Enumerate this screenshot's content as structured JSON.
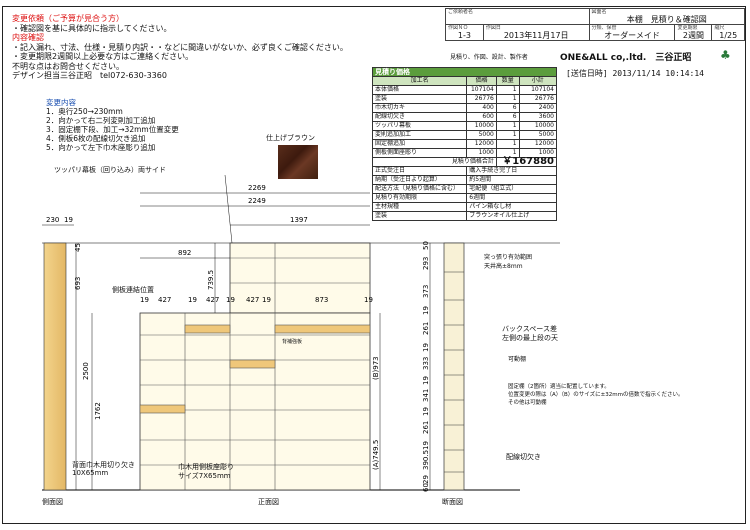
{
  "notes": {
    "request_title": "変更依頼（ご予算が見合う方）",
    "request_text": "・確認図を基に具体的に指示してください。",
    "content_title": "内容確認",
    "content_line1": "・記入漏れ、寸法、仕様・見積り内訳・・などに間違いがないか、必ず良くご確認ください。",
    "content_line2": "・変更期限2週間以上必要な方はご連絡ください。",
    "content_line3": "不明な点はお問合せください。",
    "designer": "デザイン担当三谷正昭　tel072-630-3360"
  },
  "changes": {
    "title": "変更内容",
    "items": [
      "1．奥行250→230mm",
      "2．向かって右二列変則加工追加",
      "3．固定棚下段、加工→32mm位置変更",
      "4．側板6枚の配線切欠き追加",
      "5．向かって左下巾木座彫り追加"
    ]
  },
  "title_block": {
    "customer_label": "ご依頼者名",
    "doc_name_label": "図面名",
    "doc_name": "本棚　見積り＆確認図",
    "work_no_label": "作図ＮＯ",
    "work_no": "1-3",
    "date_label": "作図日",
    "date": "2013年11月17日",
    "kind_label": "分類、保管",
    "kind": "オーダーメイド",
    "period_label": "変更期限",
    "period": "2週間",
    "scale_label": "縮尺",
    "scale": "1/25",
    "desc": "見積り、作図、設計、製作者",
    "company": "ONE&ALL co,.ltd.　三谷正昭",
    "sent": "[送信日時] 2013/11/14 10:14:14"
  },
  "estimate": {
    "header": "見積り価格",
    "columns": [
      "加工名",
      "価格",
      "数量",
      "小計"
    ],
    "rows": [
      [
        "本体価格",
        "107104",
        "1",
        "107104"
      ],
      [
        "塗装",
        "26776",
        "1",
        "26776"
      ],
      [
        "巾木切カキ",
        "400",
        "6",
        "2400"
      ],
      [
        "配線切欠き",
        "600",
        "6",
        "3600"
      ],
      [
        "ツッパリ幕板",
        "10000",
        "1",
        "10000"
      ],
      [
        "変則追加加工",
        "5000",
        "1",
        "5000"
      ],
      [
        "固定棚追加",
        "12000",
        "1",
        "12000"
      ],
      [
        "側板側面座彫り",
        "1000",
        "1",
        "1000"
      ]
    ],
    "total_label": "見積り価格合計",
    "total": "￥167880",
    "info": [
      [
        "正式受注日",
        "購入手続き完了日"
      ],
      [
        "納期（受注日より起算）",
        "約5週間"
      ],
      [
        "配送方法（見積り価格に含む）",
        "宅配便（組立式）"
      ],
      [
        "見積り有効期限",
        "6週間"
      ],
      [
        "主材規種",
        "パイン箱なし材"
      ],
      [
        "塗装",
        "ブラウンオイル仕上げ"
      ]
    ]
  },
  "finish_label": "仕上げブラウン",
  "labels": {
    "tsuppari": "ツッパリ幕板（回り込み）両サイド",
    "side_joint": "側板連結位置",
    "back_cut": "背面巾木用切り欠き",
    "back_cut_size": "10X65mm",
    "baseboard": "巾木用側板座彫り",
    "baseboard_size": "サイズ7X65mm",
    "reinforce": "背補強板",
    "side_view": "側面図",
    "front_view": "正面図",
    "section_view": "断面図",
    "tsuppari_range": "突っ張り有効範囲",
    "ceiling": "天井高±8mm",
    "backspace": "バックスペース差",
    "backspace2": "左側の最上段の天",
    "movable": "可動棚",
    "fixed_note1": "固定棚（2箇所）適当に配置しています。",
    "fixed_note2": "位置変更の際は（A）（B）のサイズに±32mmの倍数で指示ください。",
    "fixed_note3": "その他は可動棚",
    "wire_cut": "配線切欠き"
  },
  "dims": {
    "top": [
      "230",
      "19",
      "2269",
      "2249",
      "1397"
    ],
    "row": [
      "892",
      "739.5"
    ],
    "cols": [
      "19",
      "427",
      "19",
      "427",
      "19",
      "427",
      "19",
      "873",
      "19"
    ],
    "side": [
      "45",
      "693",
      "2500",
      "1762"
    ],
    "a": "(A)749.5",
    "b": "(B)973",
    "sec": [
      "50",
      "293",
      "373",
      "19",
      "261",
      "19",
      "333",
      "19",
      "341",
      "19",
      "261",
      "19",
      "390.5",
      "29",
      "60"
    ]
  }
}
